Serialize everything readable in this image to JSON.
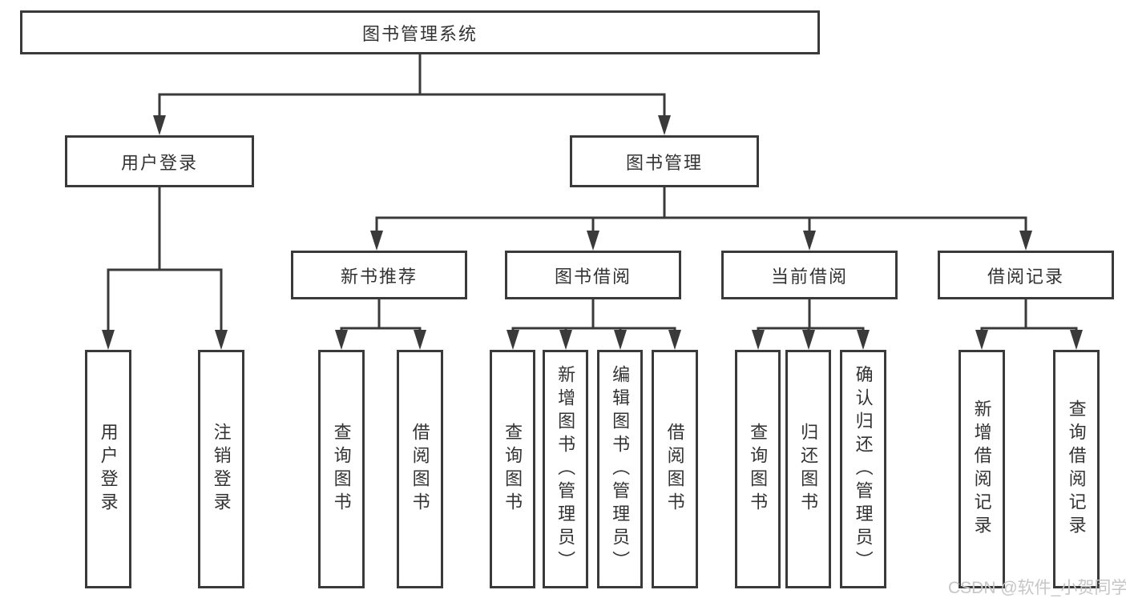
{
  "diagram": {
    "root": {
      "label": "图书管理系统"
    },
    "level2": [
      {
        "label": "用户登录"
      },
      {
        "label": "图书管理"
      }
    ],
    "level3": [
      {
        "label": "新书推荐"
      },
      {
        "label": "图书借阅"
      },
      {
        "label": "当前借阅"
      },
      {
        "label": "借阅记录"
      }
    ],
    "leaves": [
      {
        "label": "用户登录"
      },
      {
        "label": "注销登录"
      },
      {
        "label": "查询图书"
      },
      {
        "label": "借阅图书"
      },
      {
        "label": "查询图书"
      },
      {
        "label": "新增图书（管理员）"
      },
      {
        "label": "编辑图书（管理员）"
      },
      {
        "label": "借阅图书"
      },
      {
        "label": "查询图书"
      },
      {
        "label": "归还图书"
      },
      {
        "label": "确认归还（管理员）"
      },
      {
        "label": "新增借阅记录"
      },
      {
        "label": "查询借阅记录"
      }
    ]
  },
  "watermark": {
    "text": "CSDN @软件_小贺同学"
  },
  "colors": {
    "line": "#3a3a3a",
    "box_border": "#3a3a3a",
    "text": "#333333",
    "watermark_text": "#c6c6c6",
    "background": "#ffffff"
  }
}
